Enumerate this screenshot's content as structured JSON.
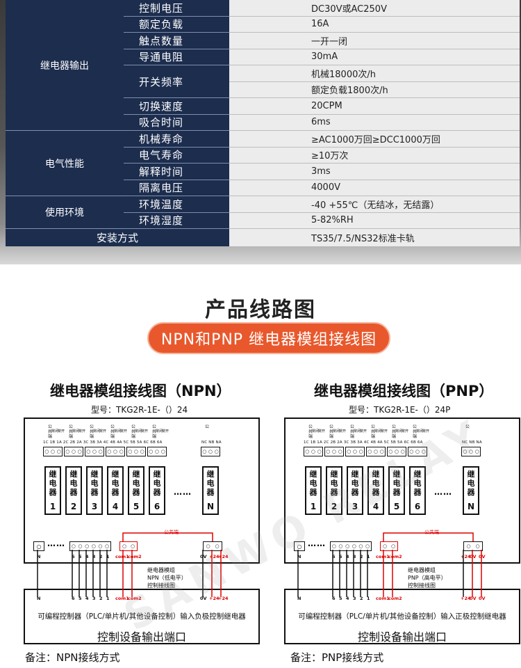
{
  "specs": {
    "rows": [
      {
        "param": "控制电压",
        "value": "DC30V或AC250V"
      },
      {
        "param": "额定负载",
        "value": "16A"
      },
      {
        "param": "触点数量",
        "value": "一开一闭"
      },
      {
        "param": "导通电阻",
        "value": "30mA"
      },
      {
        "param": "开关频率",
        "value": "机械18000次/h"
      },
      {
        "param": "",
        "value": "额定负载1800次/h"
      },
      {
        "param": "切换速度",
        "value": "20CPM"
      },
      {
        "param": "吸合时间",
        "value": "6ms"
      },
      {
        "param": "机械寿命",
        "value": "≥AC1000万回≥DCC1000万回"
      },
      {
        "param": "电气寿命",
        "value": "≥10万次"
      },
      {
        "param": "解释时间",
        "value": "3ms"
      },
      {
        "param": "隔离电压",
        "value": "4000V"
      },
      {
        "param": "环境温度",
        "value": "-40 +55℃（无结冰，无结露）"
      },
      {
        "param": "环境湿度",
        "value": "5-82%RH"
      }
    ],
    "categories": [
      "继电器输出",
      "电气性能",
      "使用环境"
    ],
    "mount_label": "安装方式",
    "mount_value": "TS35/7.5/NS32标准卡轨"
  },
  "wiring": {
    "heading": "产品线路图",
    "banner": "NPN和PNP 继电器模组接线图"
  },
  "npn": {
    "title": "继电器模组接线图（NPN）",
    "model": "型号：TKG2R-1E-（）24",
    "module_name": [
      "继电器模组",
      "NPN（低电平）",
      "控制接线图"
    ],
    "controller_desc": "可编程控制器（PLC/单片机/其他设备控制）输入负极控制继电器",
    "controller_title": "控制设备输出端口",
    "note": "备注：NPN接线方式",
    "common_label": "公共端",
    "relay_labels": [
      "1",
      "2",
      "3",
      "4",
      "5",
      "6",
      "N"
    ],
    "input_labels": [
      "6",
      "5",
      "4",
      "3",
      "2",
      "1"
    ],
    "com_labels": [
      "com1",
      "com2"
    ],
    "power_labels": [
      "0V",
      "+24",
      "+24"
    ]
  },
  "pnp": {
    "title": "继电器模组接线图（PNP）",
    "model": "型号：TKG2R-1E-（）24P",
    "module_name": [
      "继电器模组",
      "PNP（高电平）",
      "控制接线图"
    ],
    "controller_desc": "可编程控制器（PLC/单片机/其他设备控制）输入正极控制继电器",
    "controller_title": "控制设备输出端口",
    "note": "备注：PNP接线方式",
    "common_label": "公共端",
    "relay_labels": [
      "1",
      "2",
      "3",
      "4",
      "5",
      "6",
      "N"
    ],
    "input_labels": [
      "6",
      "5",
      "4",
      "3",
      "2",
      "1"
    ],
    "com_labels": [
      "com1",
      "com2"
    ],
    "power_labels": [
      "+24",
      "0V",
      "0V"
    ]
  },
  "shared": {
    "relay_text": "继电器",
    "terminal_names": "1C 1B 1A 2C 2B 2A 3C 3B 3A 4C 4B 4A 5C 5B 5A 6C 6B 6A",
    "n_terminal_names": "NC NB NA",
    "slot_label_letters": [
      "公",
      "共",
      "端"
    ],
    "slot_sub_labels": [
      "常闭",
      "常开"
    ],
    "n_label": "N",
    "ellipsis": "……",
    "watermark": "SANWO RELAY"
  }
}
